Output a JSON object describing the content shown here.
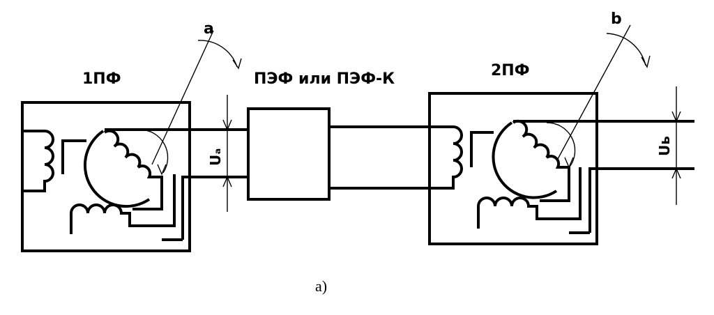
{
  "labels": {
    "transmitter": "1ПФ",
    "receiver": "2ПФ",
    "converter": "ПЭФ или ПЭФ-К",
    "angle_a": "a",
    "angle_b": "b",
    "voltage_a": "Uₐ",
    "voltage_b": "Uь",
    "caption": "a)"
  },
  "colors": {
    "line": "#000000",
    "background": "#ffffff"
  }
}
